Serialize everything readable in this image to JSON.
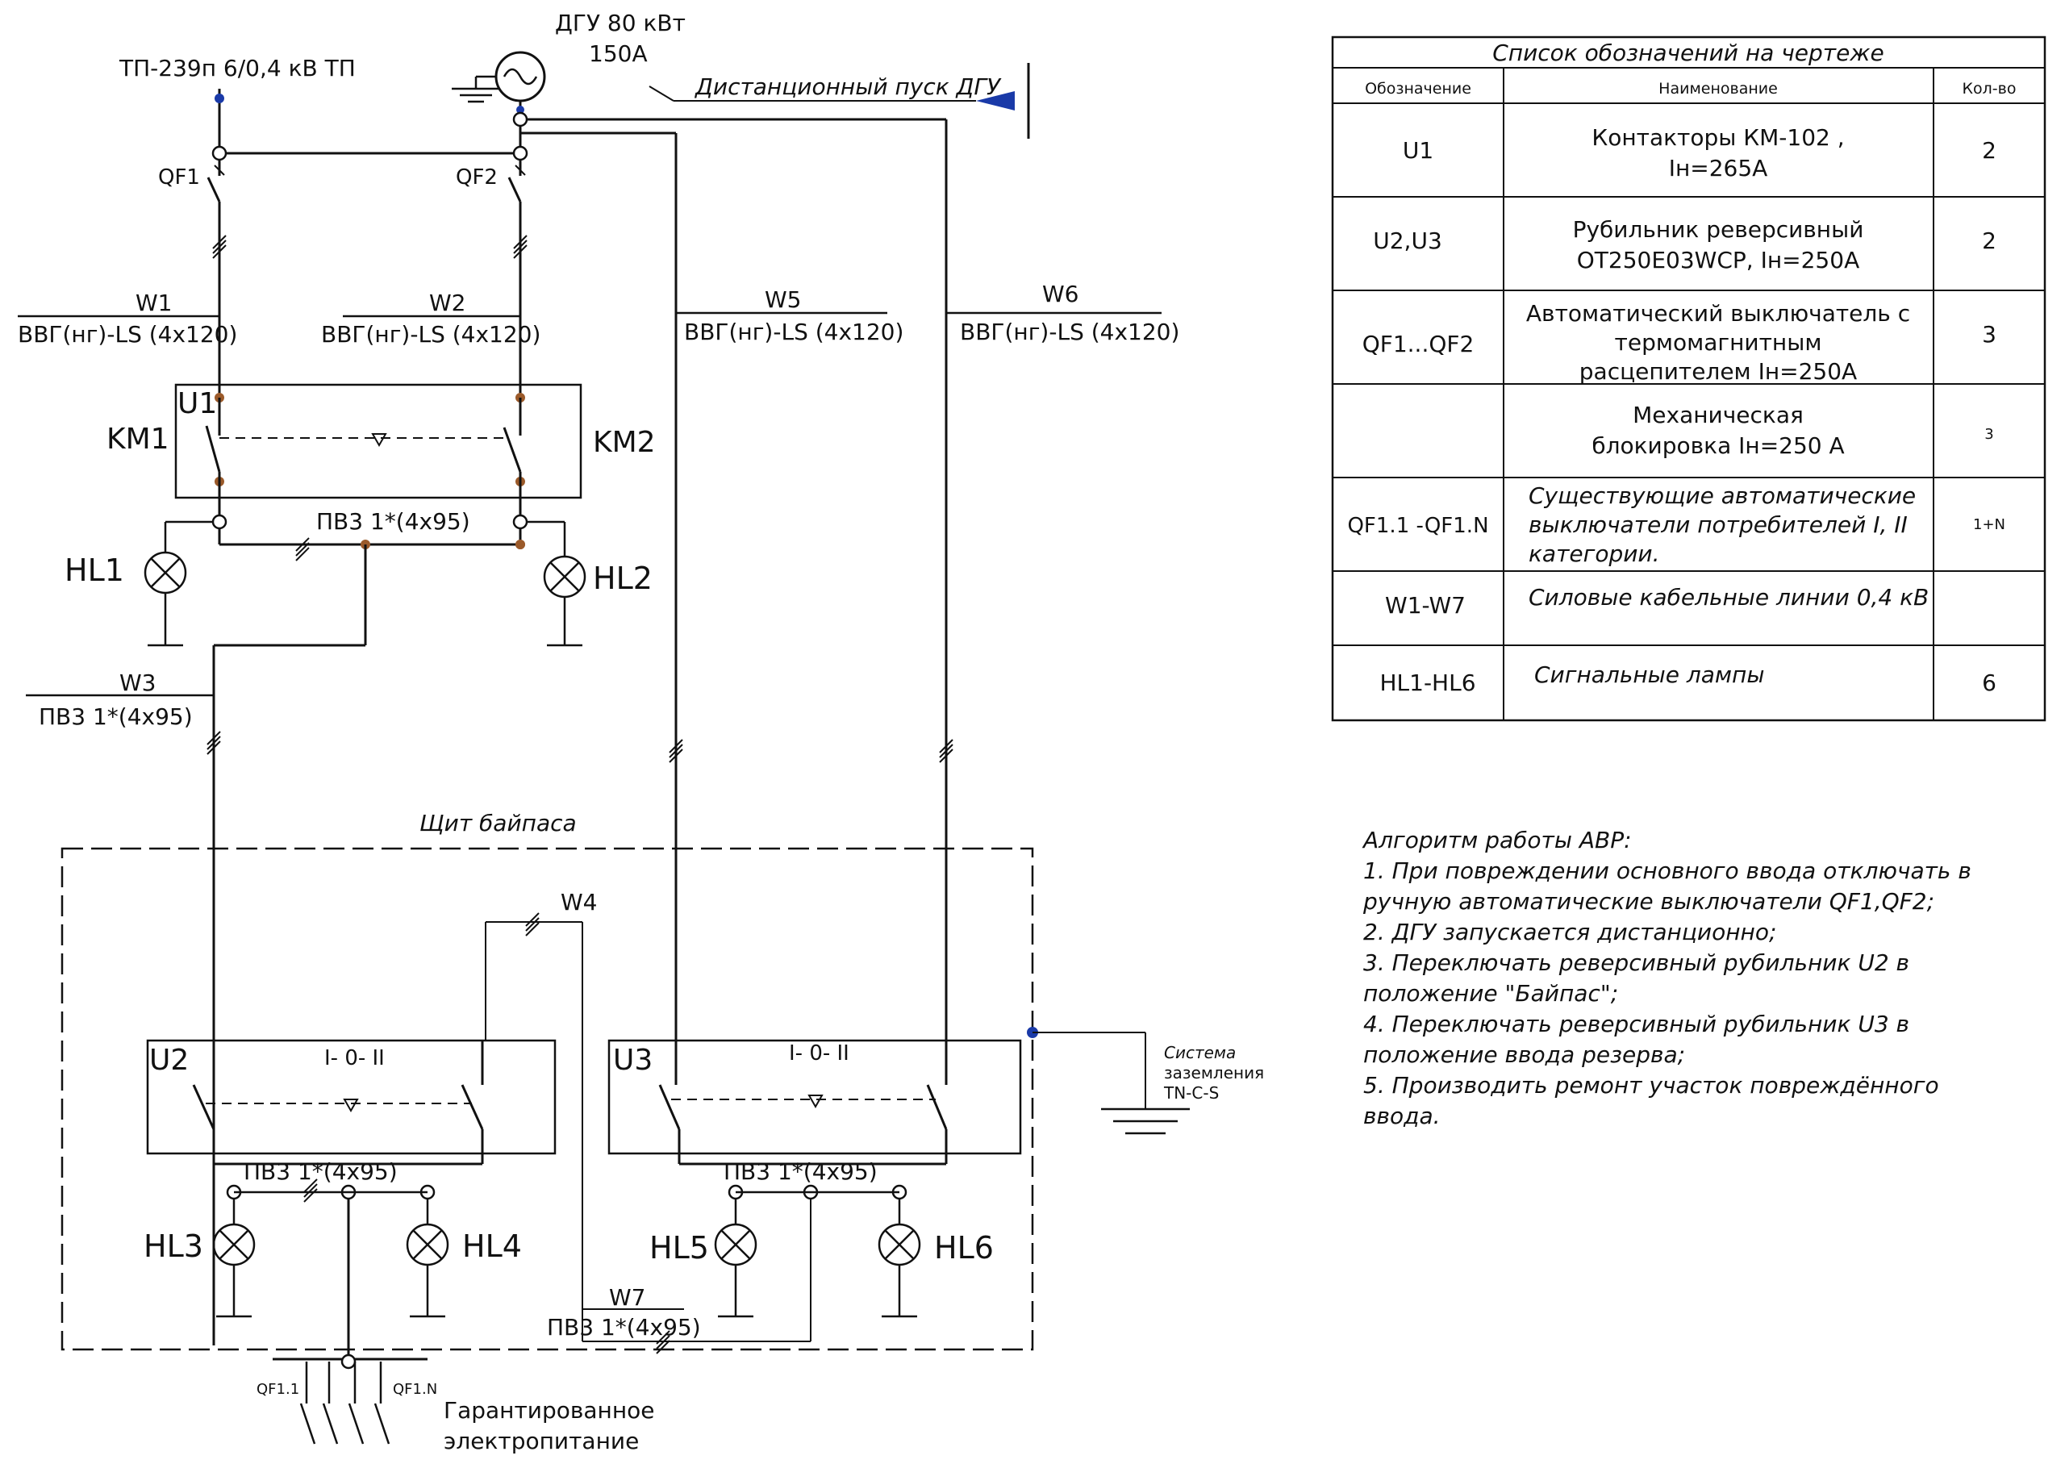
{
  "diagram": {
    "source_tp": "ТП-239п 6/0,4 кВ ТП",
    "generator": {
      "name": "ДГУ 80 кВт",
      "current": "150А"
    },
    "remote_start": "Дистанционный пуск ДГУ",
    "breakers": {
      "qf1": "QF1",
      "qf2": "QF2"
    },
    "cables": {
      "w1": {
        "name": "W1",
        "spec": "ВВГ(нг)-LS (4x120)"
      },
      "w2": {
        "name": "W2",
        "spec": "ВВГ(нг)-LS (4x120)"
      },
      "w5": {
        "name": "W5",
        "spec": "ВВГ(нг)-LS (4x120)"
      },
      "w6": {
        "name": "W6",
        "spec": "ВВГ(нг)-LS (4x120)"
      },
      "w3": {
        "name": "W3",
        "spec": "ПВ3 1*(4x95)"
      },
      "w4": {
        "name": "W4"
      },
      "w7": {
        "name": "W7",
        "spec": "ПВ3 1*(4x95)"
      }
    },
    "u1": {
      "name": "U1",
      "km1": "KM1",
      "km2": "KM2",
      "bus": "ПВ3 1*(4x95)"
    },
    "lamps": {
      "hl1": "HL1",
      "hl2": "HL2",
      "hl3": "HL3",
      "hl4": "HL4",
      "hl5": "HL5",
      "hl6": "HL6"
    },
    "bypass_panel": "Щит байпаса",
    "u2": {
      "name": "U2",
      "mode": "I- 0- II",
      "bus": "ПВ3 1*(4x95)"
    },
    "u3": {
      "name": "U3",
      "mode": "I- 0- II",
      "bus": "ПВ3 1*(4x95)"
    },
    "grounding": {
      "line1": "Система",
      "line2": "заземления",
      "line3": "TN-C-S"
    },
    "feeders": {
      "first": "QF1.1",
      "last": "QF1.N"
    },
    "guaranteed": {
      "line1": "Гарантированное",
      "line2": "электропитание"
    }
  },
  "legend": {
    "title": "Список обозначений на чертеже",
    "headers": {
      "designation": "Обозначение",
      "name": "Наименование",
      "qty": "Кол-во"
    },
    "rows": [
      {
        "designation": "U1",
        "name": [
          "Контакторы КМ-102 ,",
          "Iн=265А"
        ],
        "qty": "2"
      },
      {
        "designation": "U2,U3",
        "name": [
          "Рубильник реверсивный",
          "OT250E03WCP, Iн=250А"
        ],
        "qty": "2"
      },
      {
        "designation": "QF1...QF2",
        "name": [
          "Автоматический выключатель с",
          "термомагнитным",
          "расцепителем Iн=250А"
        ],
        "qty": "3"
      },
      {
        "designation": "",
        "name": [
          "Механическая",
          "блокировка Iн=250 А"
        ],
        "qty": "3"
      },
      {
        "designation": "QF1.1 -QF1.N",
        "name": [
          "Существующие автоматические",
          "выключатели потребителей I, II",
          "категории."
        ],
        "qty": "1+N"
      },
      {
        "designation": "W1-W7",
        "name": [
          "Силовые кабельные линии 0,4 кВ"
        ],
        "qty": ""
      },
      {
        "designation": "HL1-HL6",
        "name": [
          "Сигнальные лампы"
        ],
        "qty": "6"
      }
    ]
  },
  "algorithm": {
    "title": "Алгоритм работы АВР:",
    "lines": [
      "1. При повреждении основного ввода отключать в",
      "ручную автоматические выключатели QF1,QF2;",
      "2. ДГУ запускается дистанционно;",
      "3. Переключать реверсивный рубильник U2 в",
      "положение \"Байпас\";",
      "4. Переключать реверсивный рубильник U3 в",
      "положение ввода резерва;",
      "5. Производить ремонт участок повреждённого",
      "ввода."
    ]
  }
}
